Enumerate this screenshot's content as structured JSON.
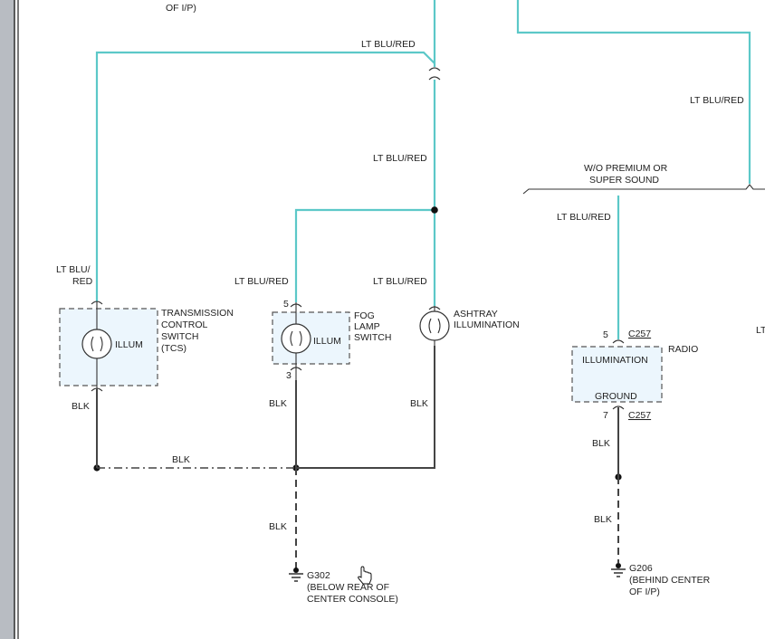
{
  "wire_colors": {
    "lt_blu_red": "#5cc8c8",
    "blk": "#444444",
    "component_fill": "#ecf6fd"
  },
  "top_fragment": {
    "line2": "OF I/P)"
  },
  "wires": {
    "top_lt_blu_red": "LT BLU/RED",
    "mid_lt_blu_red": "LT BLU/RED",
    "right_lt_blu_red": "LT BLU/RED",
    "tcs_lt_blu_line1": "LT BLU/",
    "tcs_lt_blu_line2": "RED",
    "fog_lt_blu_red": "LT BLU/RED",
    "ash_lt_blu_red": "LT BLU/RED",
    "radio_lt_blu_red": "LT BLU/RED",
    "tcs_blk": "BLK",
    "fog_blk": "BLK",
    "ash_blk": "BLK",
    "bus_blk": "BLK",
    "g302_blk": "BLK",
    "radio_blk_upper": "BLK",
    "radio_blk_lower": "BLK"
  },
  "option": {
    "line1": "W/O PREMIUM OR",
    "line2": "SUPER SOUND"
  },
  "tcs": {
    "illum": "ILLUM",
    "line1": "TRANSMISSION",
    "line2": "CONTROL",
    "line3": "SWITCH",
    "line4": "(TCS)"
  },
  "fog": {
    "illum": "ILLUM",
    "line1": "FOG",
    "line2": "LAMP",
    "line3": "SWITCH",
    "pin_top": "5",
    "pin_bottom": "3"
  },
  "ashtray": {
    "line1": "ASHTRAY",
    "line2": "ILLUMINATION"
  },
  "radio": {
    "title": "RADIO",
    "illumination": "ILLUMINATION",
    "ground": "GROUND",
    "pin_top": "5",
    "connector_top": "C257",
    "pin_bottom": "7",
    "connector_bottom": "C257"
  },
  "g302": {
    "id": "G302",
    "line2": "(BELOW REAR OF",
    "line3": "CENTER CONSOLE)"
  },
  "g206": {
    "id": "G206",
    "line2": "(BEHIND CENTER",
    "line3": "OF I/P)"
  },
  "edge_fragment": "LT"
}
